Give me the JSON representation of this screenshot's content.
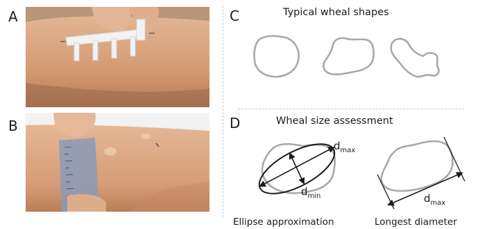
{
  "panels": {
    "a": {
      "letter": "A"
    },
    "b": {
      "letter": "B"
    },
    "c": {
      "letter": "C",
      "title": "Typical wheal shapes"
    },
    "d": {
      "letter": "D",
      "title": "Wheal size assessment",
      "ellipse_caption": "Ellipse approximation",
      "longest_caption": "Longest diameter",
      "dmax_base": "d",
      "dmax_sub": "max",
      "dmin_base": "d",
      "dmin_sub": "min"
    }
  },
  "colors": {
    "wheal_outline": "#a8a8a8",
    "ink": "#1a1a1a",
    "divider": "#c9c9c9"
  },
  "icons": [
    "skin-prick-applicator",
    "measuring-ruler"
  ]
}
